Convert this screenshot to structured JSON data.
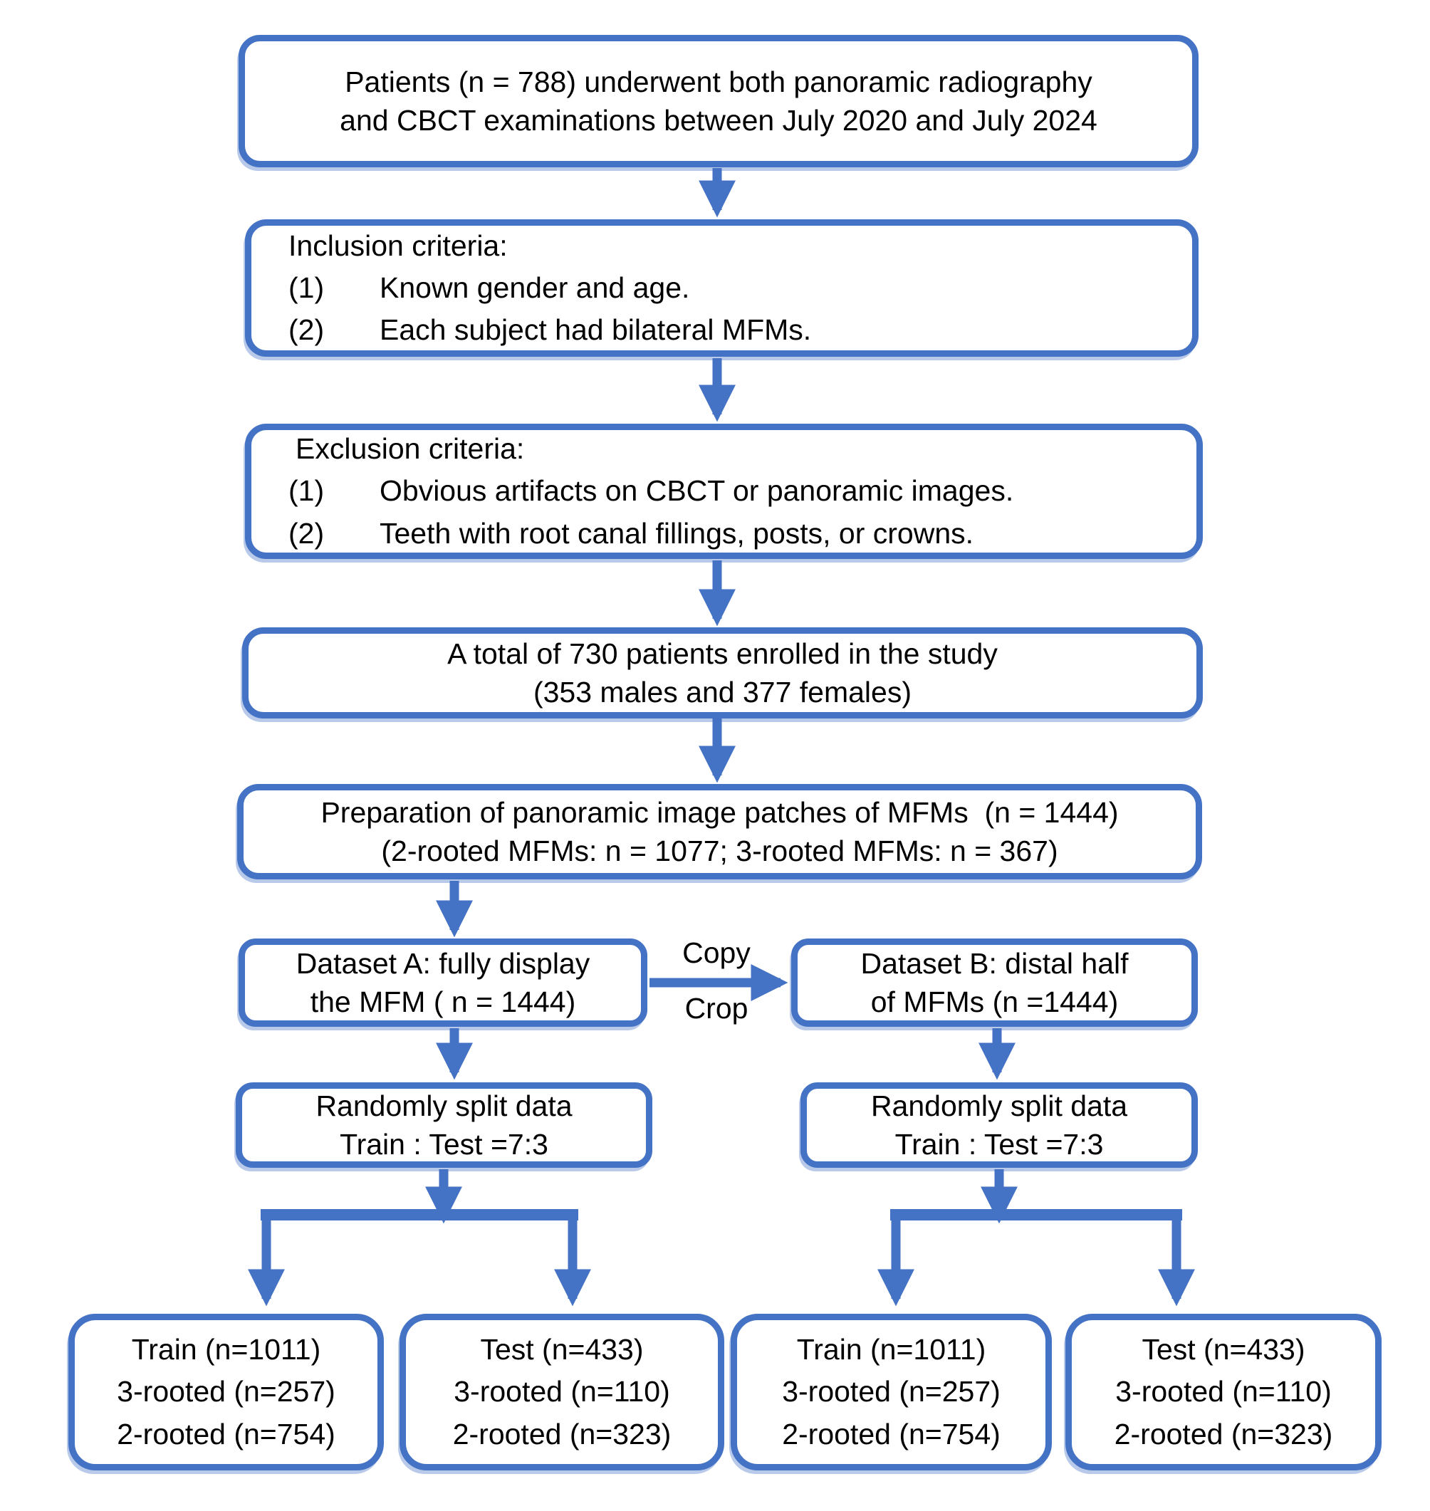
{
  "diagram": {
    "type": "study-enrollment-flowchart",
    "accent_color": "#4472C4",
    "text_color": "#000000",
    "background_color": "#ffffff",
    "nodes": {
      "patients": {
        "text": "Patients (n = 788) underwent both panoramic radiography\nand CBCT examinations between July 2020 and July 2024"
      },
      "inclusion": {
        "title": "Inclusion criteria:",
        "items": [
          {
            "num": "(1)",
            "text": "Known gender and age."
          },
          {
            "num": "(2)",
            "text": "Each subject had bilateral MFMs."
          }
        ]
      },
      "exclusion": {
        "title": "Exclusion criteria:",
        "items": [
          {
            "num": "(1)",
            "text": "Obvious artifacts on CBCT or panoramic images."
          },
          {
            "num": "(2)",
            "text": "Teeth with root canal fillings, posts, or crowns."
          }
        ]
      },
      "enrolled": {
        "text": "A total of 730 patients enrolled in the study\n(353 males and 377 females)"
      },
      "preparation": {
        "text": "Preparation of panoramic image patches of MFMs  (n = 1444)\n(2-rooted MFMs: n = 1077; 3-rooted MFMs: n = 367)"
      },
      "dataset_a": {
        "text": "Dataset A: fully display\nthe MFM ( n = 1444)"
      },
      "dataset_b": {
        "text": "Dataset B: distal half\nof MFMs (n =1444)"
      },
      "copy_label": "Copy",
      "crop_label": "Crop",
      "split_a": {
        "text": "Randomly split data\nTrain : Test =7:3"
      },
      "split_b": {
        "text": "Randomly split data\nTrain : Test =7:3"
      },
      "train_a": {
        "text": "Train (n=1011)\n3-rooted (n=257)\n2-rooted (n=754)"
      },
      "test_a": {
        "text": "Test (n=433)\n3-rooted (n=110)\n2-rooted (n=323)"
      },
      "train_b": {
        "text": "Train (n=1011)\n3-rooted (n=257)\n2-rooted (n=754)"
      },
      "test_b": {
        "text": "Test (n=433)\n3-rooted (n=110)\n2-rooted (n=323)"
      }
    }
  }
}
